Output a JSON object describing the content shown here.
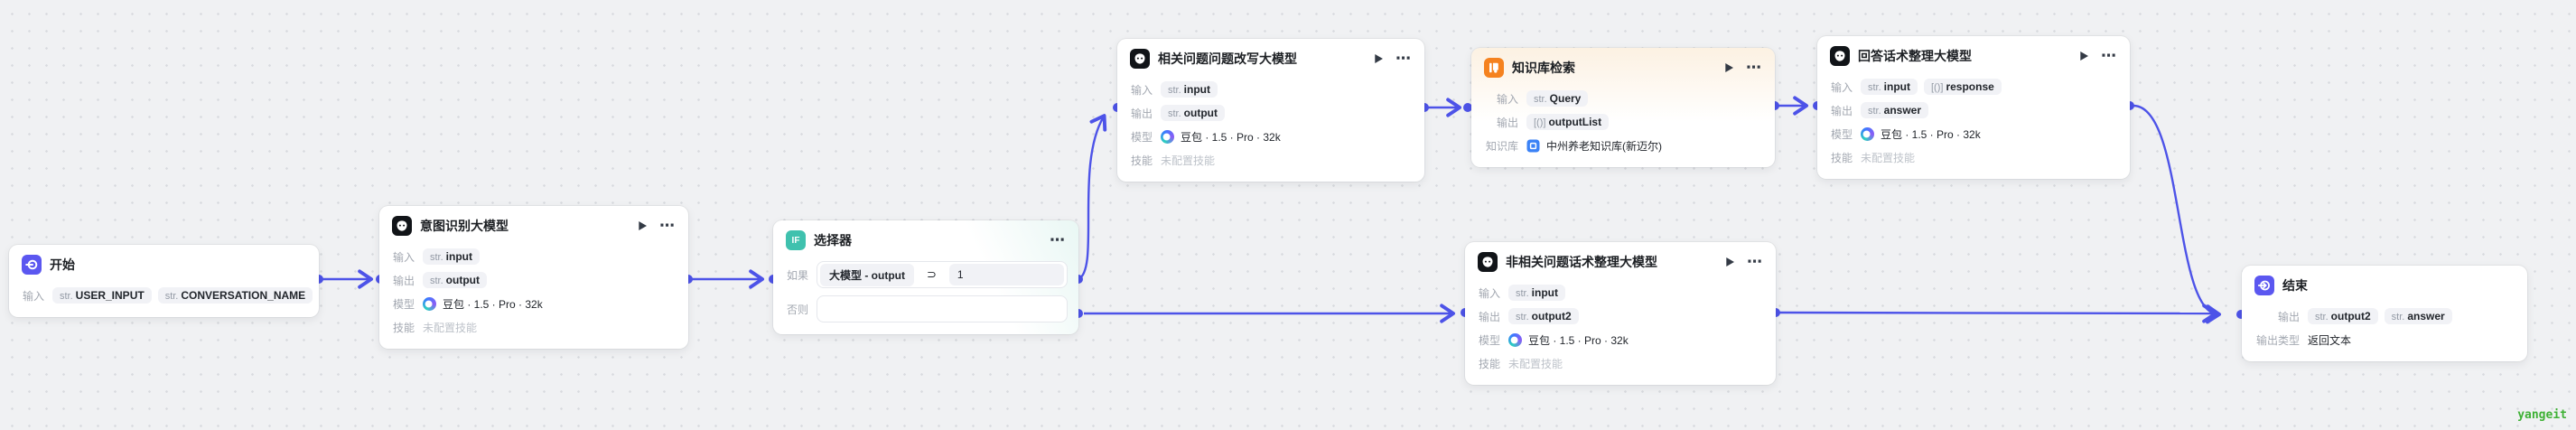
{
  "common": {
    "input_label": "输入",
    "output_label": "输出",
    "model_label": "模型",
    "skill_label": "技能",
    "kb_row_label": "知识库",
    "if_label": "如果",
    "else_label": "否则",
    "output_type_label": "输出类型",
    "model_value": "豆包 · 1.5 · Pro · 32k",
    "skill_value": "未配置技能",
    "more": "⋯",
    "if_icon_text": "IF"
  },
  "nodes": {
    "start": {
      "title": "开始",
      "inputs": [
        {
          "type": "str.",
          "name": "USER_INPUT"
        },
        {
          "type": "str.",
          "name": "CONVERSATION_NAME"
        }
      ]
    },
    "intent": {
      "title": "意图识别大模型",
      "input": [
        {
          "type": "str.",
          "name": "input"
        }
      ],
      "output": [
        {
          "type": "str.",
          "name": "output"
        }
      ]
    },
    "selector": {
      "title": "选择器",
      "condition": {
        "ref": "大模型 - output",
        "op": "⊃",
        "value": "1"
      }
    },
    "rewrite": {
      "title": "相关问题问题改写大模型",
      "input": [
        {
          "type": "str.",
          "name": "input"
        }
      ],
      "output": [
        {
          "type": "str.",
          "name": "output"
        }
      ]
    },
    "kb": {
      "title": "知识库检索",
      "input": [
        {
          "type": "str.",
          "name": "Query"
        }
      ],
      "output": [
        {
          "type": "[()]",
          "name": "outputList"
        }
      ],
      "kb_name": "中州养老知识库(新迈尔)"
    },
    "answer": {
      "title": "回答话术整理大模型",
      "input": [
        {
          "type": "str.",
          "name": "input"
        },
        {
          "type": "[()]",
          "name": "response"
        }
      ],
      "output": [
        {
          "type": "str.",
          "name": "answer"
        }
      ]
    },
    "nonrel": {
      "title": "非相关问题话术整理大模型",
      "input": [
        {
          "type": "str.",
          "name": "input"
        }
      ],
      "output": [
        {
          "type": "str.",
          "name": "output2"
        }
      ]
    },
    "end": {
      "title": "结束",
      "outputs": [
        {
          "type": "str.",
          "name": "output2"
        },
        {
          "type": "str.",
          "name": "answer"
        }
      ],
      "output_type_value": "返回文本"
    }
  },
  "watermark": {
    "text": "yangeit"
  },
  "colors": {
    "edge": "#4d53e8",
    "accent_icon": "#5b57f0",
    "selector_icon": "#3fc1ae",
    "kb_icon": "#f5821f",
    "llm_icon": "#111418",
    "kb_ref_icon": "#3b82f6",
    "watermark": "#3eb135",
    "kb_header_tint": "#fcf1e2"
  }
}
